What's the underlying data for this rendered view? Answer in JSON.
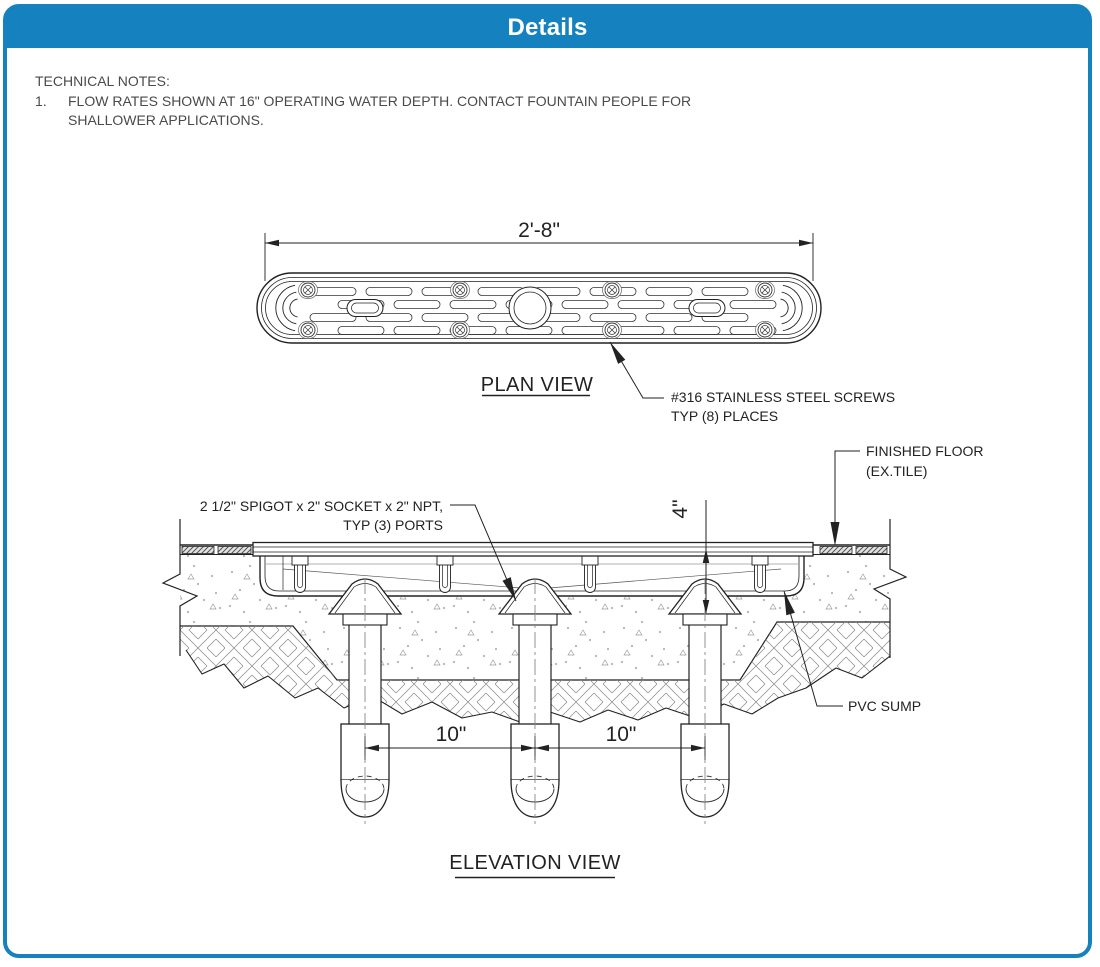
{
  "colors": {
    "accent": "#1581BF",
    "line": "#222222"
  },
  "header": {
    "title": "Details"
  },
  "notes": {
    "heading": "TECHNICAL NOTES:",
    "item_number": "1.",
    "item_lines": [
      "FLOW RATES SHOWN AT 16\" OPERATING WATER DEPTH. CONTACT FOUNTAIN PEOPLE FOR",
      "SHALLOWER APPLICATIONS."
    ]
  },
  "plan_view": {
    "title": "PLAN VIEW",
    "width_dimension": "2'-8\"",
    "screw_callout": [
      "#316 STAINLESS STEEL SCREWS",
      "TYP (8) PLACES"
    ]
  },
  "elevation_view": {
    "title": "ELEVATION VIEW",
    "port_callout": [
      "2 1/2\" SPIGOT x 2\" SOCKET x 2\" NPT,",
      "TYP (3) PORTS"
    ],
    "finished_floor_callout": [
      "FINISHED FLOOR",
      "(EX.TILE)"
    ],
    "pvc_sump_label": "PVC SUMP",
    "depth_dimension": "4\"",
    "port_spacing_dimensions": [
      "10\"",
      "10\""
    ]
  }
}
